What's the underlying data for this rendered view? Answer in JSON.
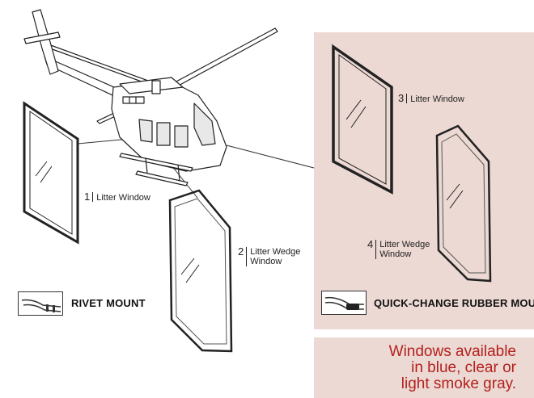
{
  "windows": [
    {
      "num": "1",
      "label": "Litter Window"
    },
    {
      "num": "2",
      "label_lines": [
        "Litter Wedge",
        "Window"
      ]
    },
    {
      "num": "3",
      "label": "Litter Window"
    },
    {
      "num": "4",
      "label_lines": [
        "Litter Wedge",
        "Window"
      ]
    }
  ],
  "mounts": {
    "rivet": "RIVET MOUNT",
    "quick_change": "QUICK-CHANGE RUBBER MOUNT"
  },
  "availability": [
    "Windows available",
    "in blue, clear or",
    "light smoke gray."
  ],
  "colors": {
    "panel": "#ecd9d3",
    "availability_text": "#b4201e"
  }
}
